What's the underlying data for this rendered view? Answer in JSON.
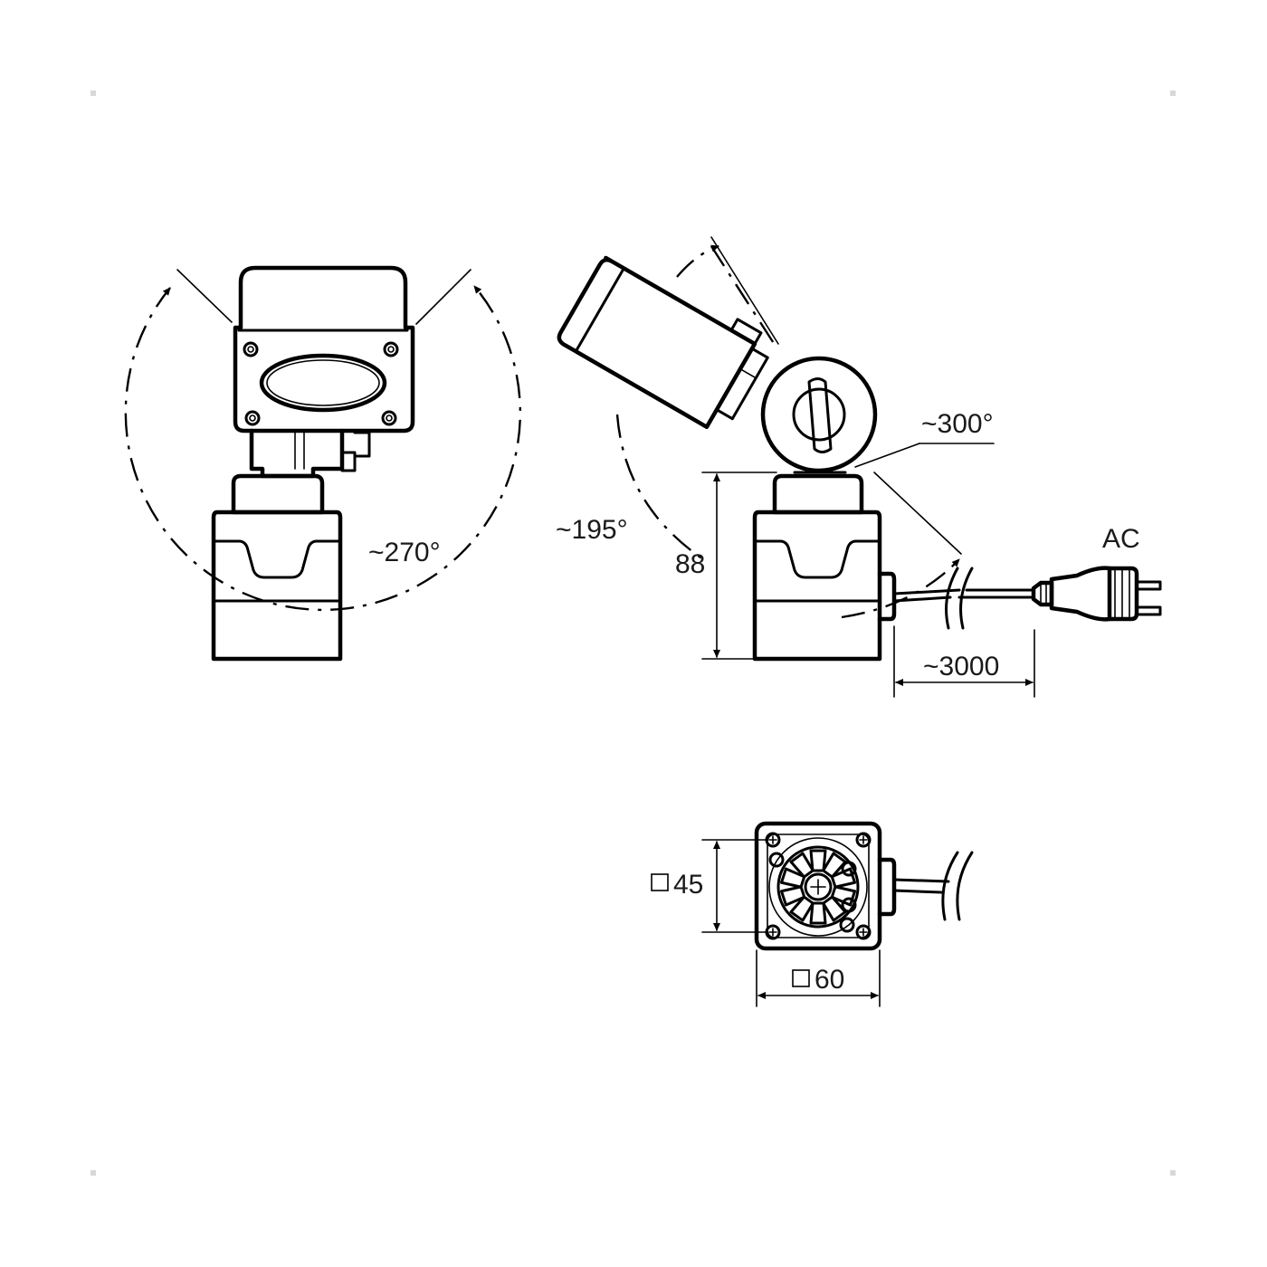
{
  "labels": {
    "angle_front": "~270°",
    "angle_side_lower": "~195°",
    "angle_side_upper": "~300°",
    "height": "88",
    "cable_length": "~3000",
    "power": "AC",
    "base_small": "45",
    "base_large": "60"
  },
  "colors": {
    "line": "#000000",
    "text": "#1a1a1a",
    "corner_mark": "#d8d8d8"
  }
}
